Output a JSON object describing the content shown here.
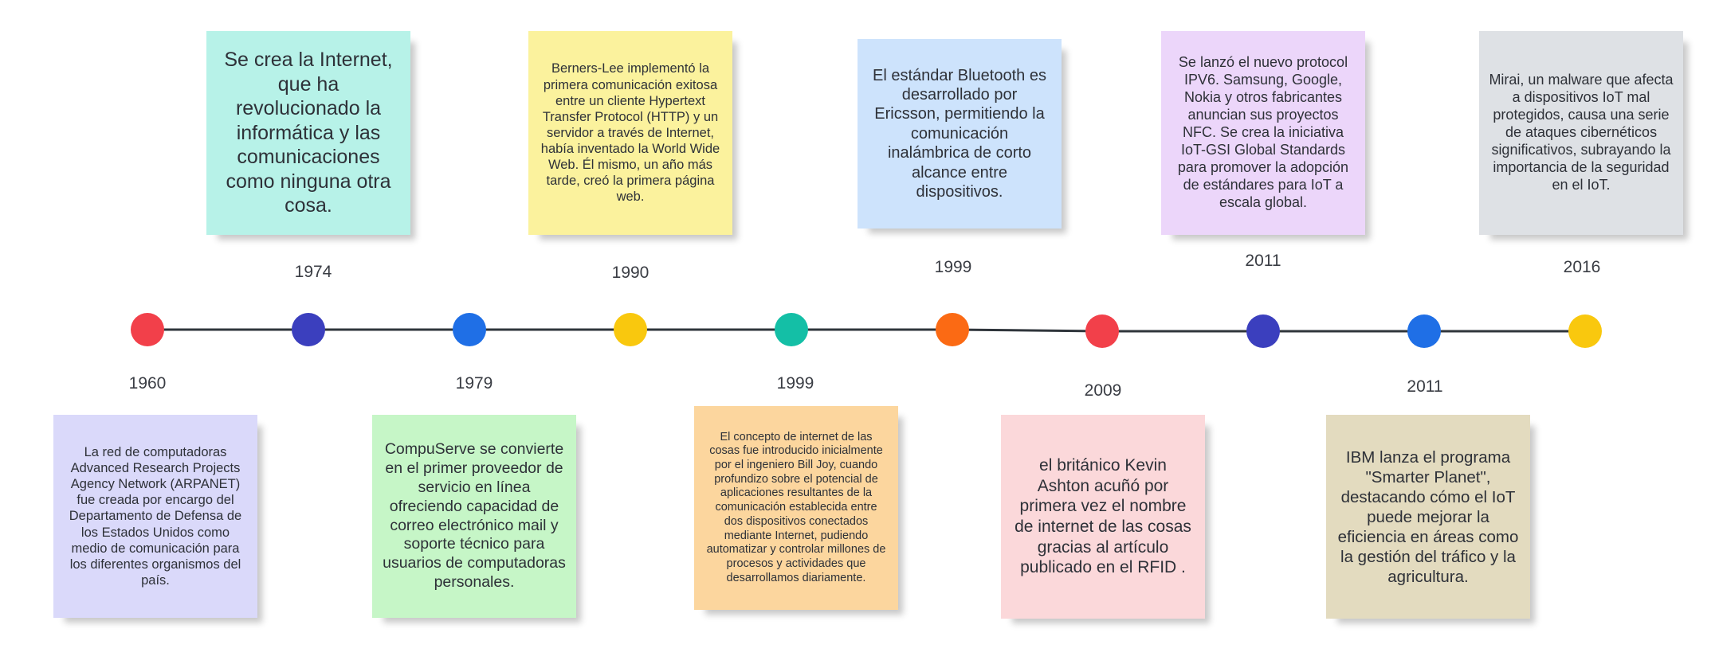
{
  "colors": {
    "line": "#2f353b"
  },
  "milestones": [
    {
      "year": "1960",
      "dot_color": "#f2404a"
    },
    {
      "year": "1974",
      "dot_color": "#3b3fbe"
    },
    {
      "year": "1979",
      "dot_color": "#1f6fe6"
    },
    {
      "year": "1990",
      "dot_color": "#f9c80e"
    },
    {
      "year": "1999",
      "dot_color": "#14bfa6"
    },
    {
      "year": "1999",
      "dot_color": "#fb6a14"
    },
    {
      "year": "2009",
      "dot_color": "#f2404a"
    },
    {
      "year": "2011",
      "dot_color": "#3b3fbe"
    },
    {
      "year": "2011",
      "dot_color": "#1f6fe6"
    },
    {
      "year": "2016",
      "dot_color": "#f9c80e"
    }
  ],
  "notes": [
    {
      "text": "La red de computadoras Advanced Research Projects Agency Network (ARPANET) fue creada por encargo del Departamento de Defensa de los Estados Unidos como medio de comunicación para los diferentes organismos del país.",
      "color": "#dad9fa"
    },
    {
      "text": "Se crea la Internet, que ha revolucionado la informática y las comunicaciones como ninguna otra cosa.",
      "color": "#b7f2e8"
    },
    {
      "text": "CompuServe se convierte en el primer proveedor de servicio en línea ofreciendo capacidad de correo electrónico mail y soporte técnico para usuarios de computadoras personales.",
      "color": "#c6f6c7"
    },
    {
      "text": "Berners-Lee implementó la primera comunicación exitosa entre un cliente Hypertext Transfer Protocol (HTTP) y un servidor a través de Internet, había inventado la World Wide Web. Él mismo, un año más tarde, creó la primera página web.",
      "color": "#fbf29d"
    },
    {
      "text": "El concepto de internet de las cosas fue introducido inicialmente por el ingeniero Bill Joy, cuando profundizo sobre el potencial de aplicaciones resultantes de la comunicación establecida entre dos dispositivos conectados mediante Internet, pudiendo automatizar y controlar millones de procesos y actividades que desarrollamos diariamente.",
      "color": "#fcd69e"
    },
    {
      "text": "El estándar Bluetooth es desarrollado por Ericsson, permitiendo la comunicación inalámbrica de corto alcance entre dispositivos.",
      "color": "#cde3fc"
    },
    {
      "text": "el británico Kevin Ashton acuñó por primera vez el nombre de internet de las cosas gracias al artículo publicado en el RFID .",
      "color": "#fbd8da"
    },
    {
      "text": "Se lanzó el nuevo protocol IPV6. Samsung, Google, Nokia y otros fabricantes anuncian sus proyectos NFC. Se crea la iniciativa IoT-GSI Global Standards para promover la adopción de estándares para IoT a escala global.",
      "color": "#ecd6fa"
    },
    {
      "text": "IBM lanza el programa \"Smarter Planet\", destacando cómo el IoT puede mejorar la eficiencia en áreas como la gestión del tráfico y la agricultura.",
      "color": "#e3dbbf"
    },
    {
      "text": "Mirai, un malware que afecta a dispositivos IoT mal protegidos, causa una serie de ataques cibernéticos significativos, subrayando la importancia de la seguridad en el IoT.",
      "color": "#dee1e5"
    }
  ]
}
